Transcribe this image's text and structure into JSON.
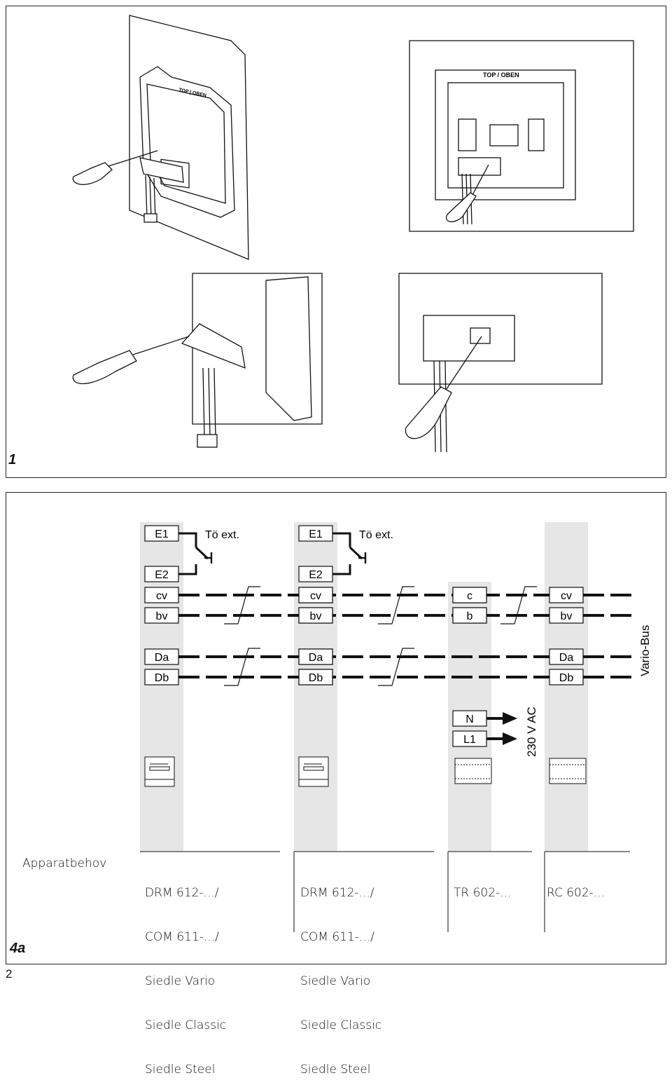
{
  "figure1": {
    "label": "1",
    "top_oben": "TOP / OBEN",
    "top_small": "TOP | OBEN"
  },
  "figure4a": {
    "label": "4a",
    "terminals_col1": [
      "E1",
      "E2",
      "cv",
      "bv",
      "Da",
      "Db"
    ],
    "terminals_col2": [
      "E1",
      "E2",
      "cv",
      "bv",
      "Da",
      "Db"
    ],
    "terminals_col3": [
      "c",
      "b"
    ],
    "terminals_col4": [
      "cv",
      "bv",
      "Da",
      "Db"
    ],
    "power_terminals": [
      "N",
      "L1"
    ],
    "switch_label": "Tö ext.",
    "power_label": "230 V AC",
    "bus_label": "Vario-Bus",
    "row_title": "Apparatbehov",
    "devices": [
      [
        "DRM 612-.../",
        "COM 611-.../",
        "Siedle Vario",
        "Siedle Classic",
        "Siedle Steel"
      ],
      [
        "DRM 612-.../",
        "COM 611-.../",
        "Siedle Vario",
        "Siedle Classic",
        "Siedle Steel"
      ],
      [
        "TR 602-..."
      ],
      [
        "RC 602-..."
      ]
    ]
  },
  "page_number": "2"
}
